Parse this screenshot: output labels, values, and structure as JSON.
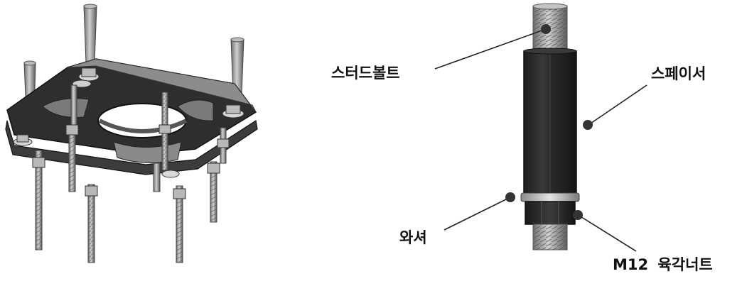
{
  "labels": {
    "stud_bolt": "스터드볼트",
    "spacer": "스페이서",
    "washer": "와셔",
    "hex_nut": "M12 육각너트"
  },
  "icons": {
    "mount_assembly": "mounting-plate-assembly-illustration",
    "spacer_stack": "stud-bolt-spacer-stack-illustration"
  },
  "colors": {
    "plate": "#3a3a3a",
    "spacer": "#262626",
    "thread": "#9a9a9a",
    "washer": "#c8c8c8",
    "leader": "#222222"
  }
}
